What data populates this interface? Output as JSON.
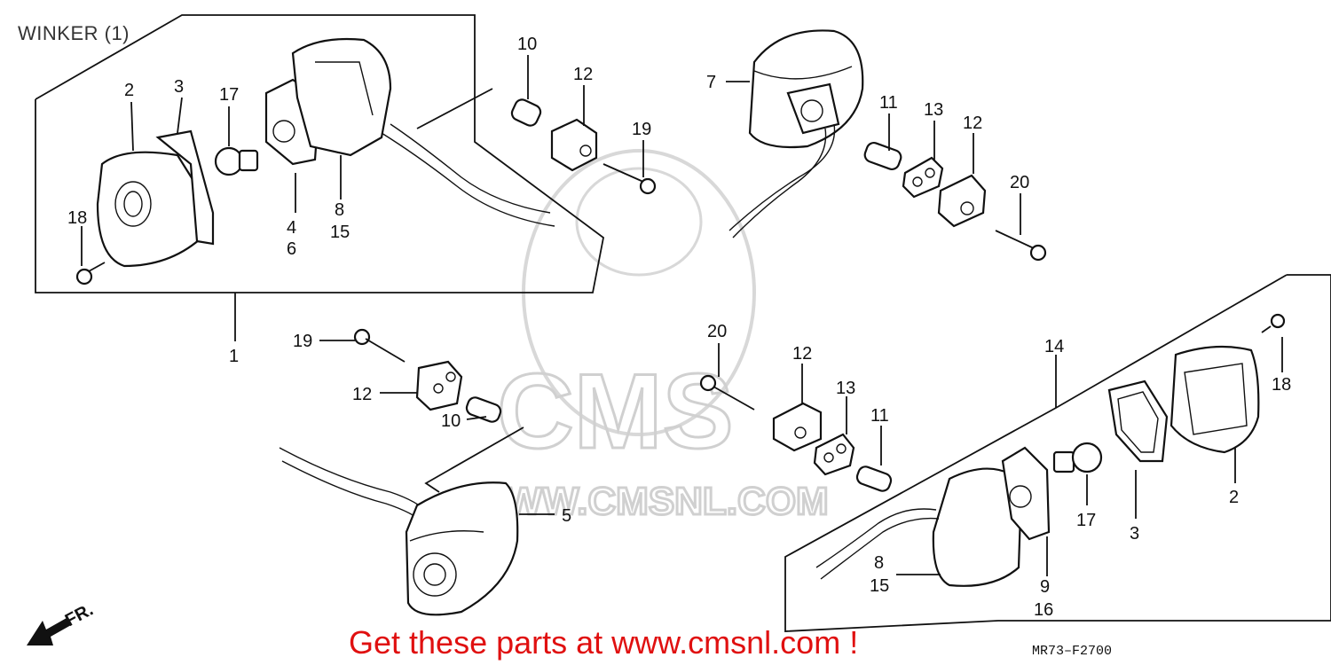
{
  "title": "WINKER (1)",
  "diagram_code": "MR73–F2700",
  "promo_text": "Get these parts at www.cmsnl.com !",
  "watermark": {
    "brand": "CMS",
    "url": "WWW.CMSNL.COM"
  },
  "direction_label": "FR.",
  "callouts": [
    "1",
    "2",
    "3",
    "4",
    "6",
    "8",
    "15",
    "10",
    "12",
    "17",
    "18",
    "19",
    "7",
    "11",
    "13",
    "12",
    "20",
    "19",
    "12",
    "10",
    "5",
    "20",
    "12",
    "13",
    "11",
    "14",
    "8",
    "15",
    "9",
    "16",
    "17",
    "3",
    "2",
    "18"
  ],
  "colors": {
    "promo": "#e01010",
    "line": "#111111",
    "watermark": "#d0d0d0"
  }
}
